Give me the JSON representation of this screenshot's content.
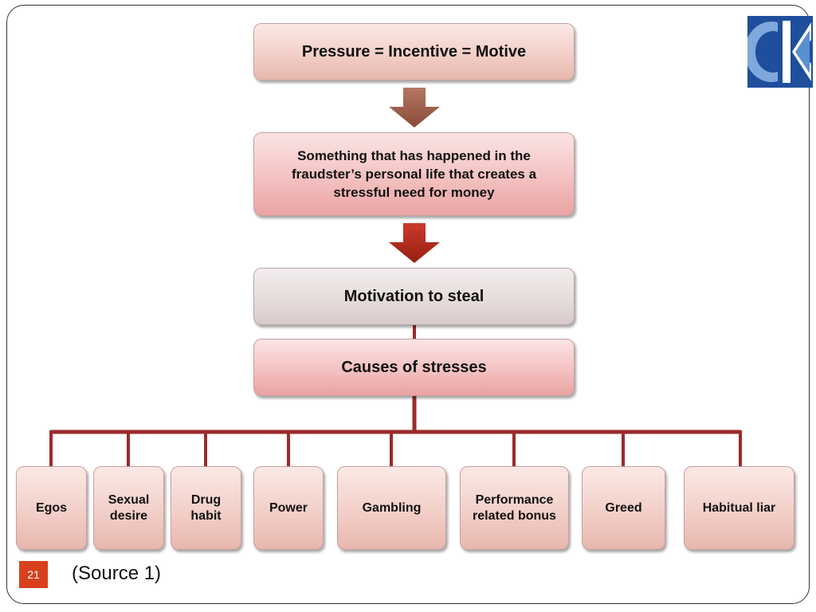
{
  "diagram": {
    "top_box": "Pressure = Incentive = Motive",
    "description_box": "Something that has happened in the fraudster’s personal life that creates a stressful need for money",
    "motivation_box": "Motivation to steal",
    "causes_box": "Causes of stresses",
    "causes": [
      {
        "label": "Egos"
      },
      {
        "label": "Sexual desire"
      },
      {
        "label": "Drug habit"
      },
      {
        "label": "Power"
      },
      {
        "label": "Gambling"
      },
      {
        "label": "Performance related bonus"
      },
      {
        "label": "Greed"
      },
      {
        "label": "Habitual liar"
      }
    ]
  },
  "footer": {
    "page_number": "21",
    "source": "(Source 1)"
  },
  "colors": {
    "connector": "#9b2b2b",
    "arrow_brown": "#9a5a48",
    "arrow_red": "#b02a1e",
    "page_badge": "#d9411e",
    "logo_blue": "#1f4e9c",
    "logo_light_blue": "#6f9ed6"
  },
  "icons": {
    "logo": "ck-logo-icon",
    "arrows": "down-arrow-icon"
  }
}
